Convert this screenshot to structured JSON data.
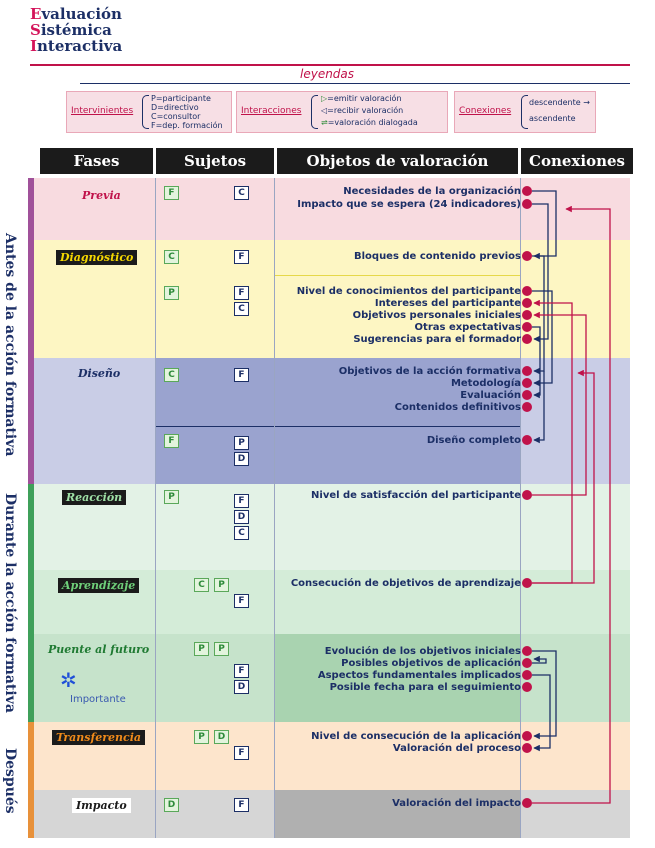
{
  "logo": {
    "line1_first": "E",
    "line1_rest": "valuación",
    "line2_first": "S",
    "line2_rest": "istémica",
    "line3_first": "I",
    "line3_rest": "nteractiva"
  },
  "legend": {
    "title": "leyendas",
    "intervinientes": {
      "key": "Intervinientes",
      "items": [
        "P=participante",
        "D=directivo",
        "C=consultor",
        "F=dep. formación"
      ]
    },
    "interacciones": {
      "key": "Interacciones",
      "items": [
        "=emitir valoración",
        "=recibir valoración",
        "=valoración dialogada"
      ]
    },
    "conexiones": {
      "key": "Conexiones",
      "items": [
        "descendente",
        "ascendente"
      ]
    }
  },
  "headers": {
    "fases": "Fases",
    "sujetos": "Sujetos",
    "objetos": "Objetos de valoración",
    "conexiones": "Conexiones"
  },
  "groups": {
    "antes": "Antes de la acción formativa",
    "durante": "Durante la acción formativa",
    "despues": "Después"
  },
  "phases": {
    "previa": "Previa",
    "diagnostico": "Diagnóstico",
    "diseno": "Diseño",
    "reaccion": "Reacción",
    "aprendizaje": "Aprendizaje",
    "puente": "Puente al futuro",
    "transferencia": "Transferencia",
    "impacto": "Impacto"
  },
  "importante": "Importante",
  "icons": {
    "previa": [
      "F",
      "C"
    ],
    "diag1": [
      "C",
      "F"
    ],
    "diag2": [
      "P",
      "F",
      "C"
    ],
    "diseno1": [
      "C",
      "F"
    ],
    "diseno2": [
      "F",
      "P",
      "D"
    ],
    "reaccion": [
      "P",
      "F",
      "D",
      "C"
    ],
    "aprendizaje": [
      "C",
      "P",
      "F"
    ],
    "puente": [
      "P",
      "P",
      "F",
      "D"
    ],
    "transferencia": [
      "P",
      "D",
      "F"
    ],
    "impacto": [
      "D",
      "F"
    ]
  },
  "objects": {
    "previa": [
      "Necesidades de la organización",
      "Impacto que se espera (24 indicadores)"
    ],
    "diag1": [
      "Bloques de contenido previos"
    ],
    "diag2": [
      "Nivel de conocimientos del participante",
      "Intereses del participante",
      "Objetivos personales iniciales",
      "Otras expectativas",
      "Sugerencias para el formador"
    ],
    "diseno1": [
      "Objetivos de la acción formativa",
      "Metodología",
      "Evaluación",
      "Contenidos definitivos"
    ],
    "diseno2": [
      "Diseño completo"
    ],
    "reaccion": [
      "Nivel de satisfacción del participante"
    ],
    "aprendizaje": [
      "Consecución de objetivos de aprendizaje"
    ],
    "puente": [
      "Evolución de los objetivos iniciales",
      "Posibles objetivos de aplicación",
      "Aspectos fundamentales implicados",
      "Posible fecha para el seguimiento"
    ],
    "transferencia": [
      "Nivel de consecución de la aplicación",
      "Valoración del proceso"
    ],
    "impacto": [
      "Valoración del impacto"
    ]
  },
  "colors": {
    "accent": "#c0124a",
    "navy": "#1c2f66",
    "header": "#1b1b1b"
  }
}
